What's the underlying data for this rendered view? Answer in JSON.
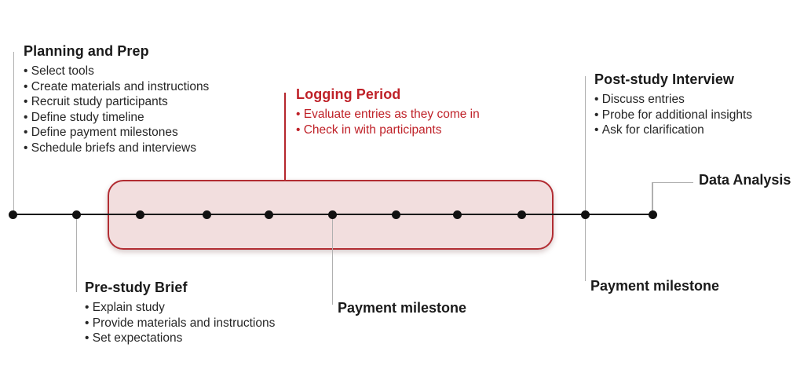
{
  "colors": {
    "accent_red": "#bf2128",
    "highlight_box_border": "#b22d33",
    "highlight_box_fill": "#f2dcdc",
    "connector_gray": "#b0b0b0",
    "timeline_black": "#1a1a1a"
  },
  "timeline": {
    "milestone_dot_count": 11
  },
  "phases": {
    "planning": {
      "title": "Planning and Prep",
      "items": [
        "Select tools",
        "Create materials and instructions",
        "Recruit study participants",
        "Define study timeline",
        "Define payment milestones",
        "Schedule briefs and interviews"
      ]
    },
    "pre_study": {
      "title": "Pre-study Brief",
      "items": [
        "Explain study",
        "Provide materials and instructions",
        "Set expectations"
      ]
    },
    "logging": {
      "title": "Logging Period",
      "items": [
        "Evaluate entries as they come in",
        "Check in with participants"
      ]
    },
    "payment_center": {
      "title": "Payment milestone"
    },
    "post_study": {
      "title": "Post-study Interview",
      "items": [
        "Discuss entries",
        "Probe for additional insights",
        "Ask for clarification"
      ]
    },
    "payment_right": {
      "title": "Payment milestone"
    },
    "data_analysis": {
      "title": "Data Analysis"
    }
  }
}
